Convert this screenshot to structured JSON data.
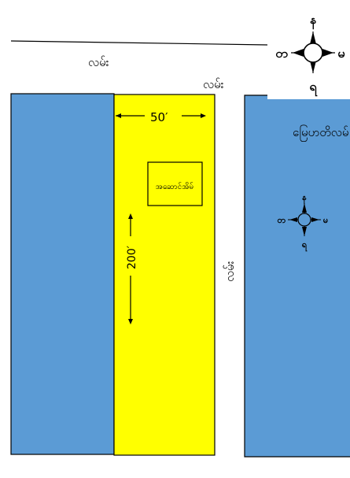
{
  "labels": {
    "road_top": "လမ်း",
    "road_right_top": "လမ်း",
    "road_vertical": "လမ်း",
    "plot_width": "50′",
    "plot_length": "200′",
    "house": "အဆောင်အိမ်",
    "neighbor_right": "မြေဟတိလမ်"
  },
  "compass": {
    "north": "န",
    "south": "ရ",
    "east": "မ",
    "west": "တ"
  },
  "colors": {
    "neighbor_fill": "#5b9bd5",
    "plot_fill": "#ffff00",
    "line": "#000000"
  }
}
